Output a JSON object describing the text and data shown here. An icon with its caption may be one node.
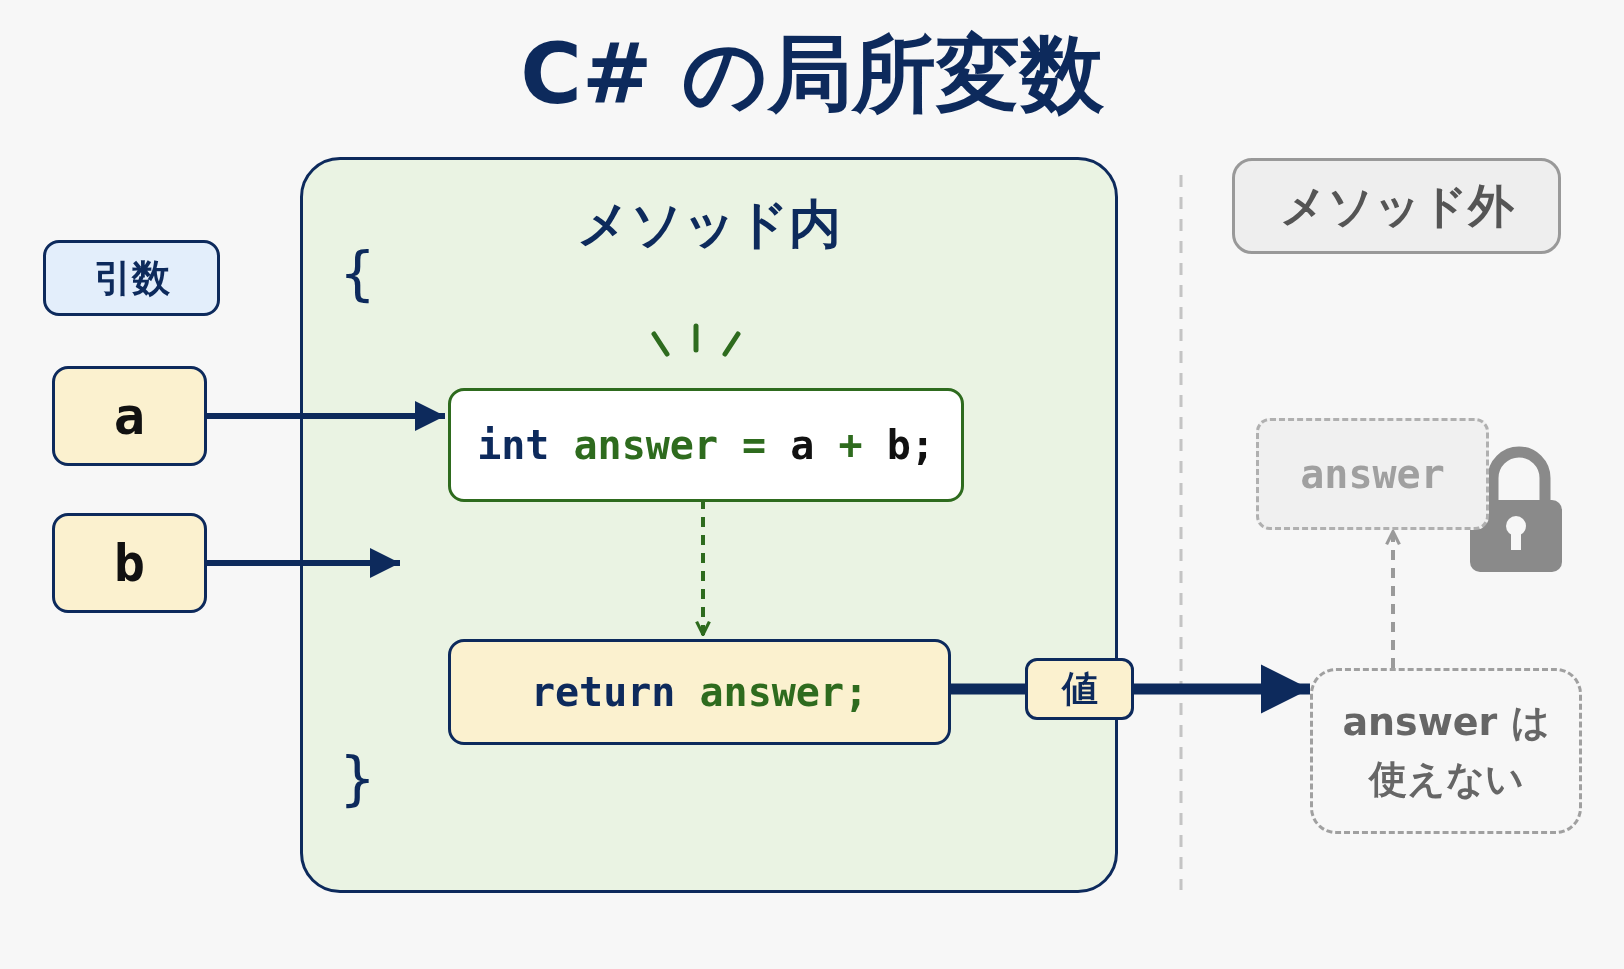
{
  "diagram": {
    "title": "C# の局所変数",
    "nodes": [
      {
        "text": [
          "メソッド内"
        ]
      },
      {
        "text": [
          "引数"
        ]
      },
      {
        "text": [
          "a"
        ]
      },
      {
        "text": [
          "b"
        ]
      },
      {
        "text": [
          "int answer = a + b;"
        ],
        "in": 0
      },
      {
        "text": [
          "return answer;"
        ],
        "in": 0
      },
      {
        "text": [
          "メソッド外"
        ]
      },
      {
        "text": [
          "answer"
        ]
      },
      {
        "text": [
          "answer は使えない"
        ]
      }
    ],
    "edges": [
      {
        "from": 2,
        "to": 4,
        "arrow": "to"
      },
      {
        "from": 3,
        "to": null,
        "arrow": "to"
      },
      {
        "from": 4,
        "to": 5,
        "arrow": "to",
        "style": "dashed",
        "color": "#2e6b1e"
      },
      {
        "from": 5,
        "to": 8,
        "arrow": "to",
        "label": "値",
        "style": "thick"
      },
      {
        "from": 8,
        "to": 7,
        "arrow": "to",
        "style": "dashed",
        "color": "#9a9a9a"
      }
    ],
    "labels": [
      "{",
      "}"
    ]
  }
}
